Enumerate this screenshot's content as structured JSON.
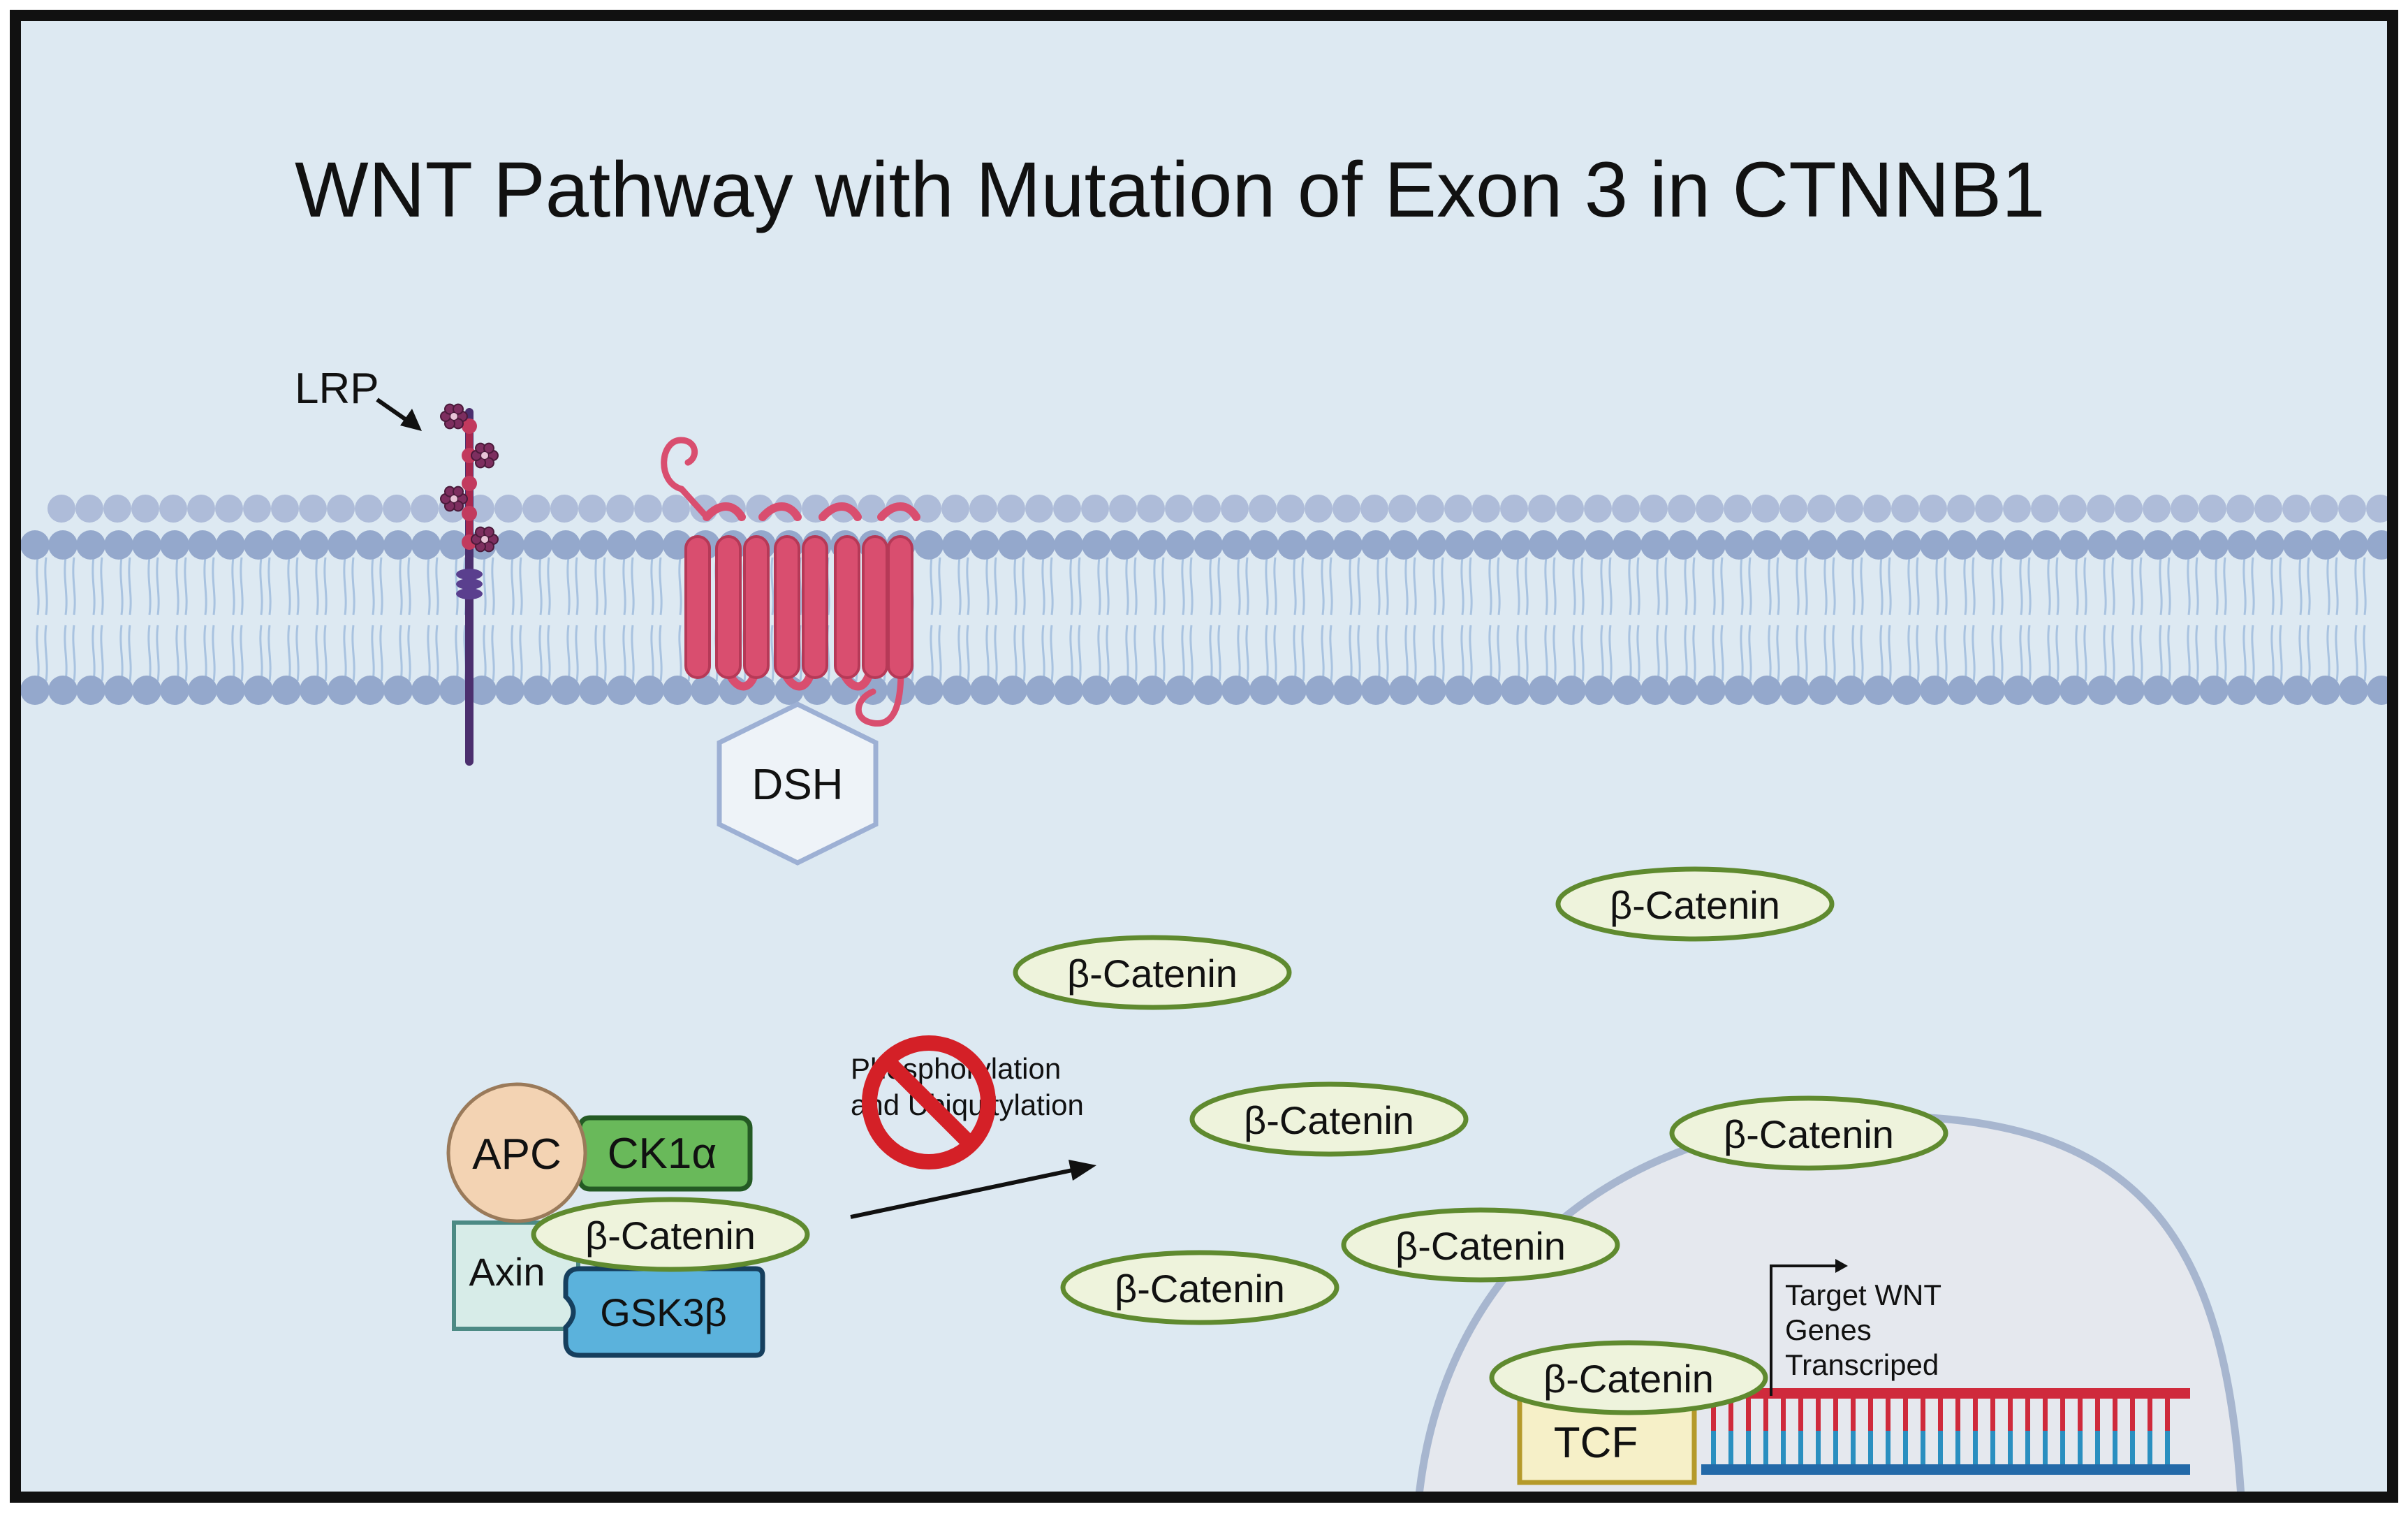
{
  "title": "WNT Pathway with Mutation of Exon 3 in CTNNB1",
  "labels": {
    "lrp": "LRP",
    "dsh": "DSH",
    "apc": "APC",
    "ck1a": "CK1α",
    "axin": "Axin",
    "gsk3b": "GSK3β",
    "beta_catenin": "β-Catenin",
    "phospho_line1": "Phosphorylation",
    "phospho_line2": "and Ubiquitylation",
    "tcf": "TCF",
    "target_line1": "Target WNT",
    "target_line2": "Genes",
    "target_line3": "Transcriped"
  },
  "icons": [
    "lrp-receptor-icon",
    "frizzled-receptor-icon",
    "prohibited-icon",
    "dna-icon"
  ],
  "colors": {
    "background": "#dde9f2",
    "border": "#111111",
    "membrane_head": "#94a8cc",
    "membrane_tail": "#a9c3e0",
    "frizzled": "#d94e6f",
    "lrp": "#4b2f6e",
    "lrp_bead": "#7d2e5f",
    "apc": "#f3d3b3",
    "ck1a": "#69b95a",
    "axin": "#d7ece8",
    "gsk3b": "#5bb2dc",
    "beta_catenin": "#eef3dc",
    "beta_catenin_border": "#5f8a2f",
    "prohibited": "#d42027",
    "nucleus": "#e5e8ee",
    "tcf": "#f6f0c8",
    "dna_top": "#cf2a3c",
    "dna_bottom": "#2369a8"
  }
}
